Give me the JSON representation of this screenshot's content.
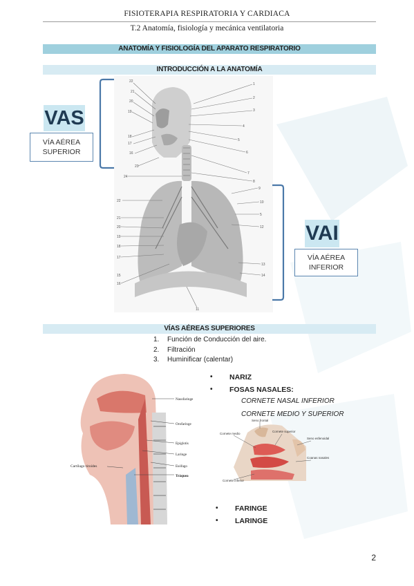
{
  "header": {
    "course": "FISIOTERAPIA RESPIRATORIA Y CARDIACA",
    "topic": "T.2 Anatomía, fisiología y mecánica ventilatoria"
  },
  "bands": {
    "main": "ANATOMÍA Y FISIOLOGÍA DEL APARATO RESPIRATORIO",
    "intro": "INTRODUCCIÓN A LA ANATOMÍA",
    "upper": "VÍAS AÉREAS SUPERIORES"
  },
  "vas": {
    "abbr": "VAS",
    "line1": "VÍA AÉREA",
    "line2": "SUPERIOR"
  },
  "vai": {
    "abbr": "VAI",
    "line1": "VÍA AÉREA",
    "line2": "INFERIOR"
  },
  "functions": [
    {
      "num": "1.",
      "text": "Función de Conducción del aire."
    },
    {
      "num": "2.",
      "text": "Filtración"
    },
    {
      "num": "3.",
      "text": "Huminificar (calentar)"
    }
  ],
  "figure1_numbers": [
    "22",
    "21",
    "20",
    "19",
    "18",
    "17",
    "16",
    "1",
    "2",
    "3",
    "4",
    "5",
    "6",
    "7",
    "8",
    "24",
    "23",
    "22",
    "21",
    "20",
    "19",
    "18",
    "17",
    "16",
    "9",
    "10",
    "5",
    "12",
    "13",
    "14",
    "11",
    "15"
  ],
  "sagittal_labels": {
    "nasofaringe": "Nasofaringe",
    "orofaringe": "Orofaringe",
    "epiglotis": "Epiglotis",
    "laringe": "Laringe",
    "esofago": "Esófago",
    "traquea": "Tráquea",
    "cartilago": "Cartílago tiroides"
  },
  "structures": {
    "nariz": "NARIZ",
    "fosas": "FOSAS NASALES:",
    "cornete_inferior": "CORNETE NASAL INFERIOR",
    "cornete_medio_sup": "CORNETE MEDIO Y SUPERIOR",
    "faringe": "FARINGE",
    "laringe": "LARINGE"
  },
  "nasal_labels": {
    "seno_frontal": "Seno frontal",
    "cornete_medio": "Cornete medio",
    "cornete_superior": "Cornete superior",
    "seno_esfenoidal": "Seno esfenoidal",
    "coanas": "Coanas nasales",
    "cornete_inferior": "Cornete inferior"
  },
  "bullet_char": "•",
  "page_number": "2",
  "colors": {
    "band_dark": "#9fd0de",
    "band_light": "#d7ebf3",
    "tag_bg": "#cbe7f1",
    "box_border": "#5b86b0"
  }
}
